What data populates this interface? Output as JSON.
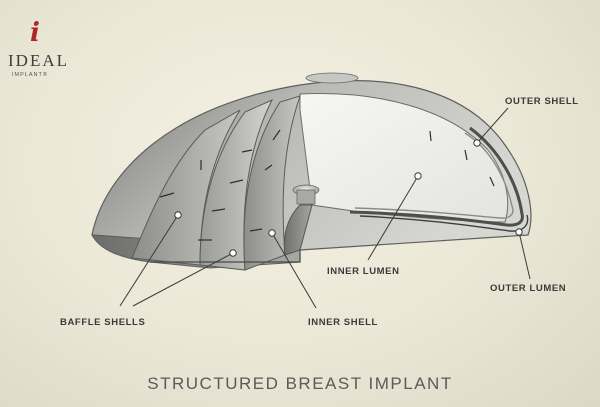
{
  "logo": {
    "mark": "i",
    "word": "IDEAL",
    "sub": "IMPLANT®"
  },
  "labels": {
    "outer_shell": "OUTER SHELL",
    "inner_lumen": "INNER LUMEN",
    "outer_lumen": "OUTER LUMEN",
    "baffle_shells": "BAFFLE SHELLS",
    "inner_shell": "INNER SHELL"
  },
  "caption": "STRUCTURED BREAST IMPLANT",
  "colors": {
    "brand_red": "#b0262a",
    "background": "#ebe7d6"
  }
}
